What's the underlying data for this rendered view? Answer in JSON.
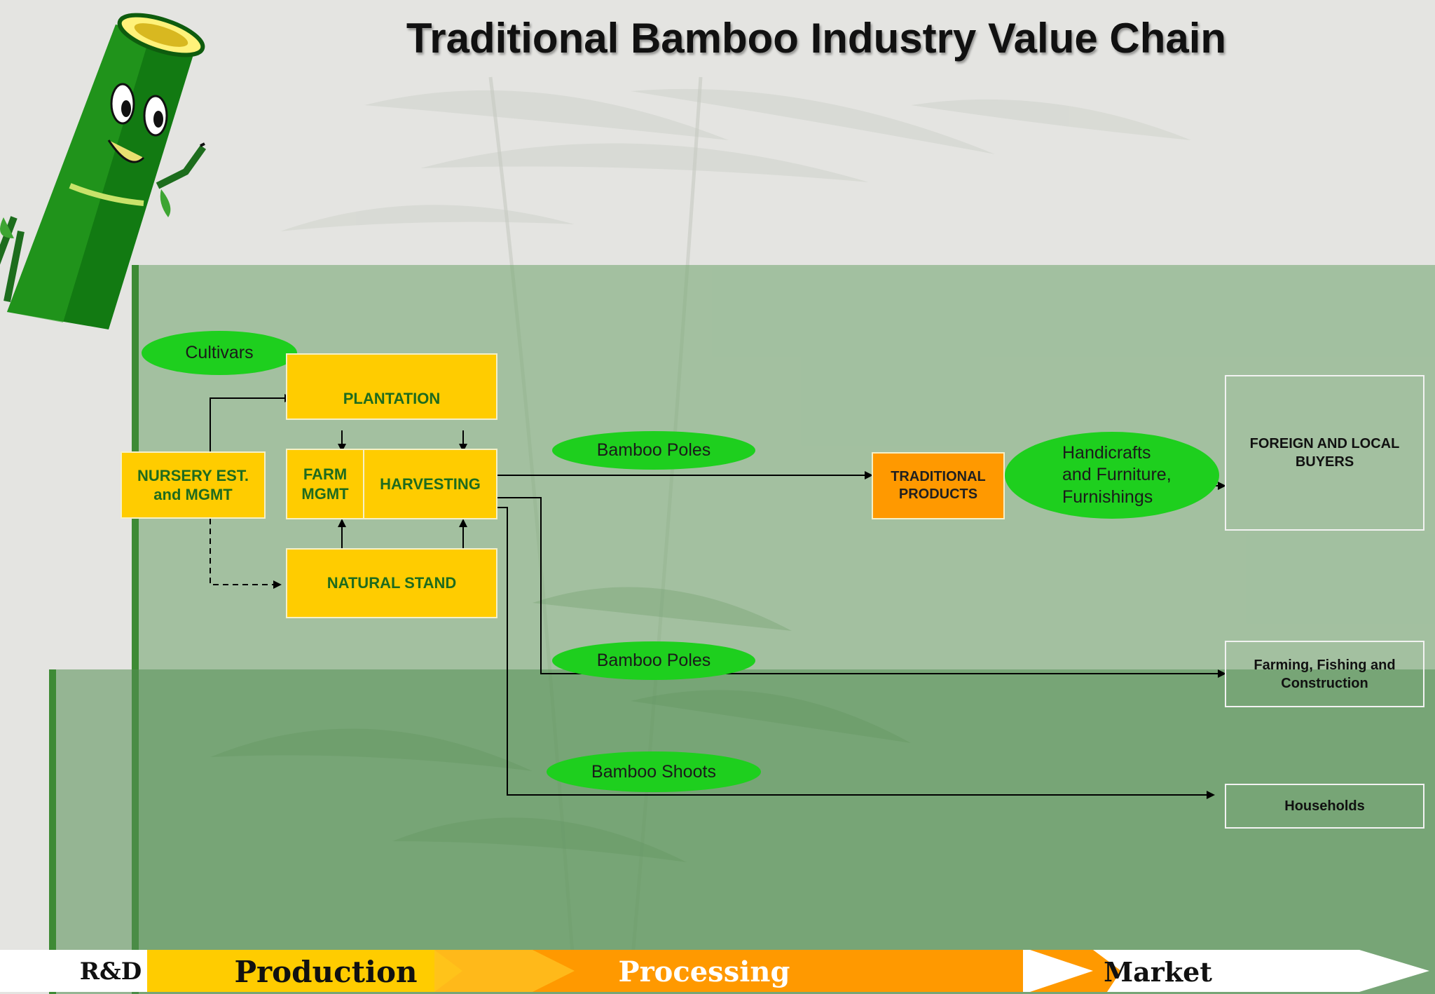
{
  "title": "Traditional Bamboo Industry Value Chain",
  "nodes": {
    "cultivars": "Cultivars",
    "plantation": "PLANTATION",
    "nursery": "NURSERY EST. and MGMT",
    "farm_mgmt": "FARM MGMT",
    "harvesting": "HARVESTING",
    "natural_stand": "NATURAL STAND",
    "bamboo_poles_1": "Bamboo Poles",
    "traditional_products": "TRADITIONAL PRODUCTS",
    "handicrafts": "Handicrafts and Furniture, Furnishings",
    "foreign_local_buyers": "FOREIGN AND LOCAL BUYERS",
    "bamboo_poles_2": "Bamboo Poles",
    "farming_fishing": "Farming, Fishing and Construction",
    "bamboo_shoots": "Bamboo Shoots",
    "households": "Households"
  },
  "stages": [
    "R&D",
    "Production",
    "Processing",
    "Market"
  ],
  "colors": {
    "box_yellow": "#ffcc00",
    "box_orange": "#ff9900",
    "ellipse_green": "#1ecf1e",
    "box_text_green": "#1e6b1e",
    "band_green": "#7aaa78",
    "stage_orange": "#ff9900"
  },
  "icons": [
    "bamboo-mascot-icon"
  ]
}
